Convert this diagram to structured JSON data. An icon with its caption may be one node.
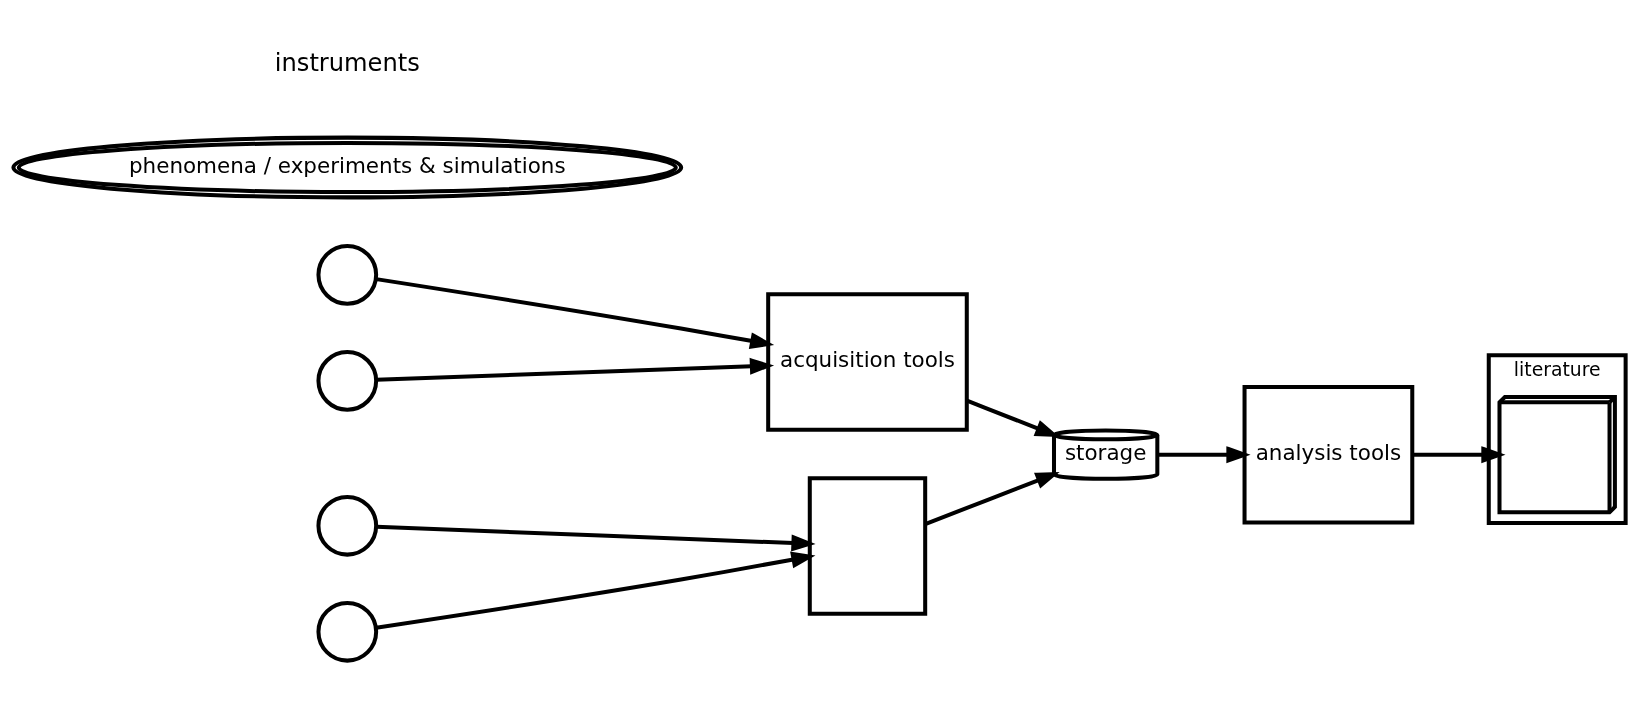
{
  "diagram": {
    "nodes": [
      {
        "text": [],
        "shape": "circle"
      },
      {
        "text": [],
        "shape": "circle"
      },
      {
        "text": [
          "phenomena / experiments & simulations"
        ]
      },
      {
        "text": [],
        "shape": "circle"
      },
      {
        "text": [],
        "shape": "circle"
      },
      {
        "text": [
          "acquisition tools"
        ]
      },
      {
        "text": [],
        "shape": "box"
      },
      {
        "text": [
          "storage"
        ]
      },
      {
        "text": [
          "analysis tools"
        ]
      },
      {
        "text": [
          "literature"
        ]
      },
      {
        "text": [],
        "shape": "picture",
        "in": 9
      }
    ],
    "edges": [
      {
        "from": 0,
        "to": 5,
        "arrow": "to"
      },
      {
        "from": 1,
        "to": 5,
        "arrow": "to"
      },
      {
        "from": 3,
        "to": 6,
        "arrow": "to"
      },
      {
        "from": 4,
        "to": 6,
        "arrow": "to"
      },
      {
        "from": 5,
        "to": 7,
        "arrow": "to"
      },
      {
        "from": 6,
        "to": 7,
        "arrow": "to"
      },
      {
        "from": 7,
        "to": 8,
        "arrow": "to"
      },
      {
        "from": 8,
        "to": 10,
        "arrow": "to"
      }
    ],
    "labels": [
      "instruments"
    ]
  }
}
